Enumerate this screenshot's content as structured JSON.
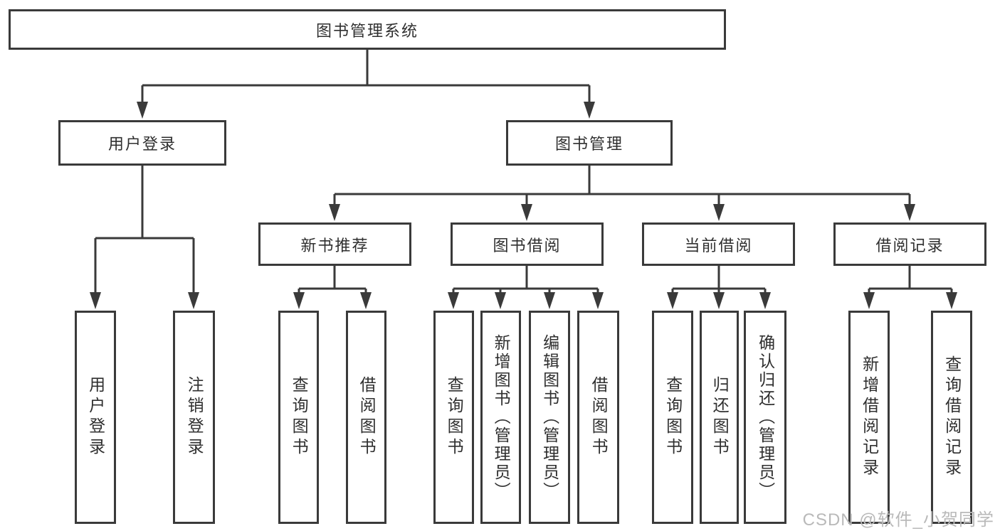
{
  "diagram": {
    "root": "图书管理系统",
    "level2": [
      "用户登录",
      "图书管理"
    ],
    "level3": [
      "新书推荐",
      "图书借阅",
      "当前借阅",
      "借阅记录"
    ],
    "leaves": {
      "user_login": [
        "用户登录",
        "注销登录"
      ],
      "new_book_recommendation": [
        "查询图书",
        "借阅图书"
      ],
      "book_borrowing": [
        "查询图书",
        "新增图书（管理员）",
        "编辑图书（管理员）",
        "借阅图书"
      ],
      "current_borrowing": [
        "查询图书",
        "归还图书",
        "确认归还（管理员）"
      ],
      "borrowing_records": [
        "新增借阅记录",
        "查询借阅记录"
      ]
    }
  },
  "watermark": {
    "text": "CSDN @软件_小贺同学",
    "color": "#b9b9b9"
  },
  "colors": {
    "line": "#3a3a3a",
    "text": "#2f2f2f",
    "background": "#ffffff"
  }
}
